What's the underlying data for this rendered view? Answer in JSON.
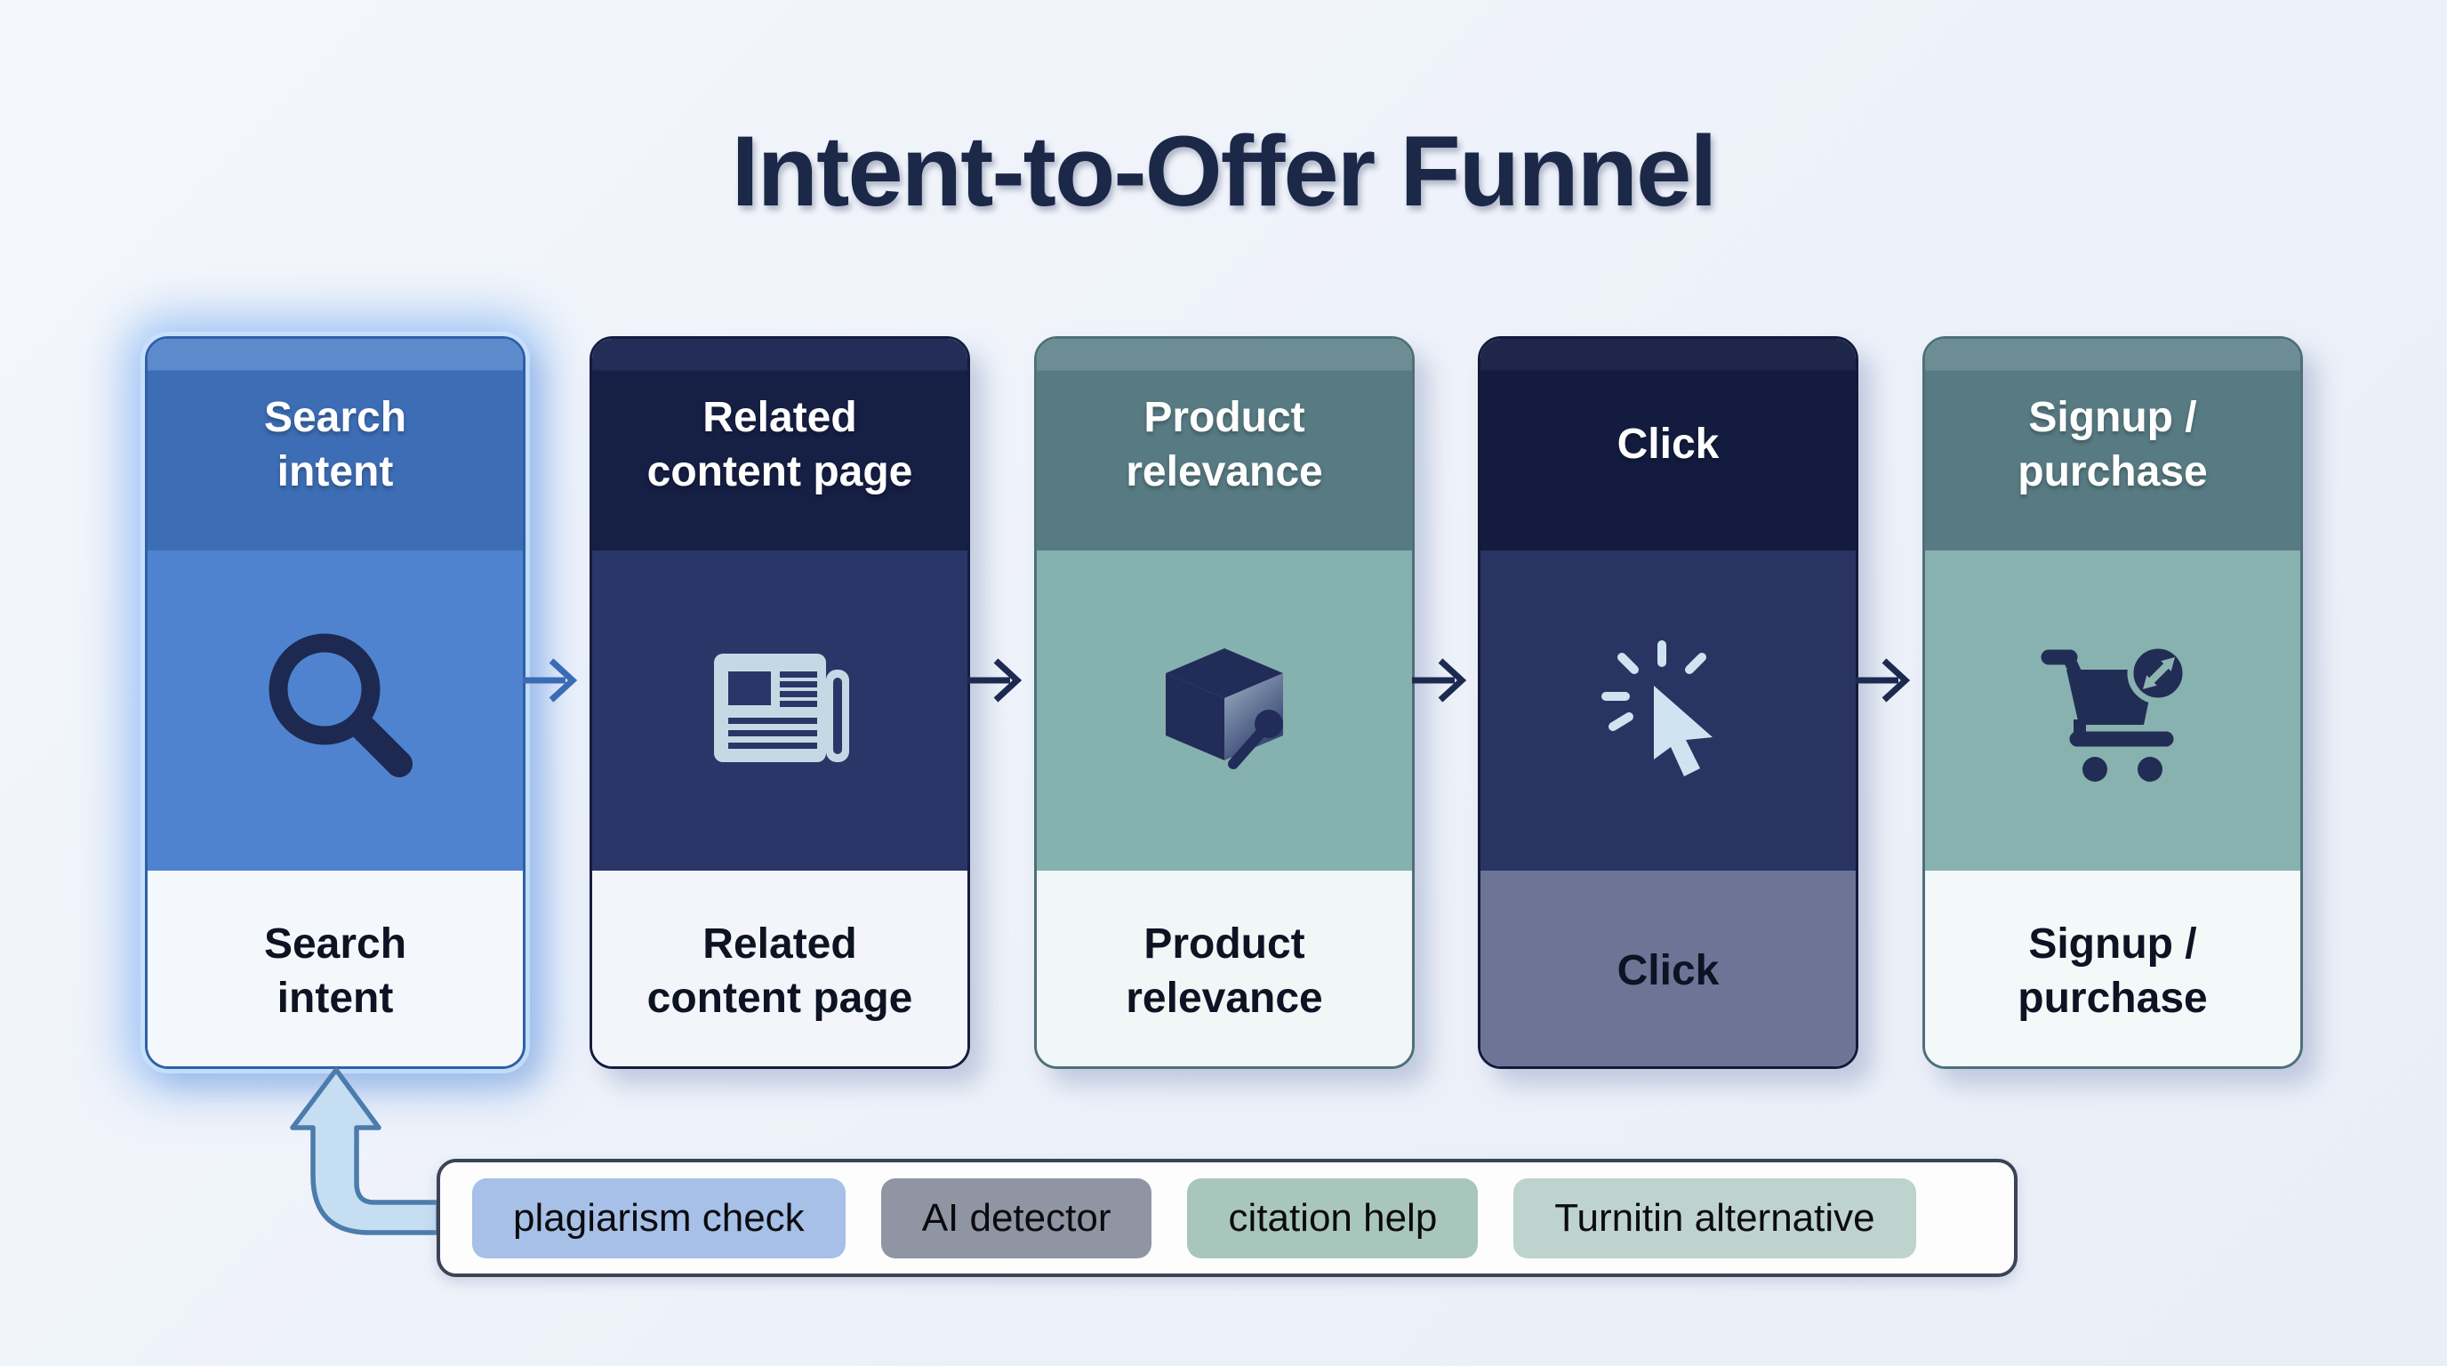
{
  "title": "Intent-to-Offer Funnel",
  "funnel": {
    "stages": [
      {
        "id": "search-intent",
        "header": "Search\nintent",
        "footer": "Search\nintent",
        "icon": "magnifier-icon",
        "highlighted": true
      },
      {
        "id": "related-content-page",
        "header": "Related\ncontent page",
        "footer": "Related\ncontent page",
        "icon": "newspaper-icon",
        "highlighted": false
      },
      {
        "id": "product-relevance",
        "header": "Product\nrelevance",
        "footer": "Product\nrelevance",
        "icon": "cube-search-icon",
        "highlighted": false
      },
      {
        "id": "click",
        "header": "Click",
        "footer": "Click",
        "icon": "cursor-click-icon",
        "highlighted": false
      },
      {
        "id": "signup-purchase",
        "header": "Signup /\npurchase",
        "footer": "Signup /\npurchase",
        "icon": "cart-expand-icon",
        "highlighted": false
      }
    ]
  },
  "keywords": {
    "items": [
      {
        "label": "plagiarism check",
        "color": "#a7c0e8"
      },
      {
        "label": "AI detector",
        "color": "#9095a4"
      },
      {
        "label": "citation help",
        "color": "#a9c6bd"
      },
      {
        "label": "Turnitin alternative",
        "color": "#bed3cd"
      }
    ]
  },
  "colors": {
    "background": "#eef2f9",
    "title_text": "#1b2848",
    "stage_blue_header": "#3d6db5",
    "stage_blue_body": "#4f83cf",
    "stage_navy_header": "#161f44",
    "stage_navy_body": "#2a3667",
    "stage_teal_header": "#587b83",
    "stage_teal_body": "#86b1ae",
    "click_footer_band": "#6c7596",
    "footer_band_light": "#f4f8fd",
    "arrow_blue": "#3a6cb6",
    "arrow_navy": "#1d2a50",
    "highlight_glow": "#8ab4f0",
    "elbow_arrow_fill": "#c6def2",
    "elbow_arrow_stroke": "#4b7cab"
  }
}
